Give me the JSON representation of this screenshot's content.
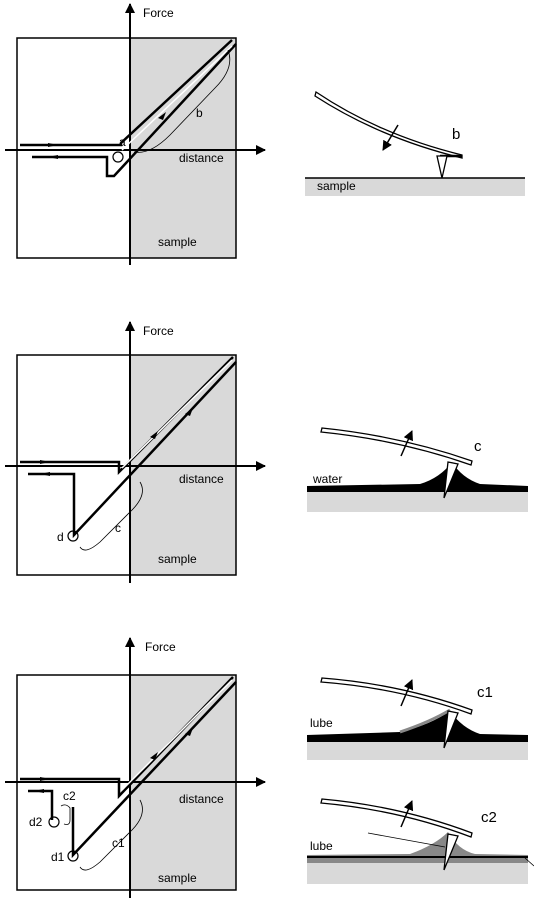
{
  "panel1": {
    "force_label": "Force",
    "distance_label": "distance",
    "sample_label": "sample",
    "point_a": "a",
    "segment_b": "b",
    "cantilever": {
      "sample_label": "sample",
      "tag": "b"
    }
  },
  "panel2": {
    "force_label": "Force",
    "distance_label": "distance",
    "sample_label": "sample",
    "point_d": "d",
    "segment_c": "c",
    "cantilever": {
      "water_label": "water",
      "tag": "c"
    }
  },
  "panel3": {
    "force_label": "Force",
    "distance_label": "distance",
    "sample_label": "sample",
    "point_d1": "d1",
    "point_d2": "d2",
    "segment_c1": "c1",
    "segment_c2": "c2",
    "cantilever_c1": {
      "lube_label": "lube",
      "tag": "c1"
    },
    "cantilever_c2": {
      "lube_label": "lube",
      "tag": "c2"
    }
  }
}
